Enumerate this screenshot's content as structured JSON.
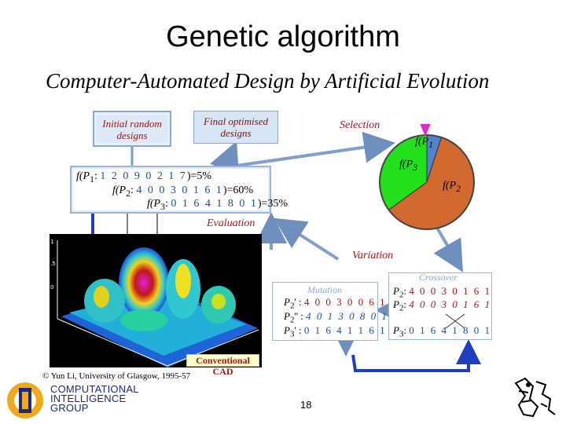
{
  "slide": {
    "title": "Genetic algorithm",
    "subtitle": "Computer-Automated Design by Artificial Evolution",
    "page_number": "18"
  },
  "boxes": {
    "initial_line1": "Initial random",
    "initial_line2": "designs",
    "final_line1": "Final optimised",
    "final_line2": "designs"
  },
  "labels": {
    "selection": "Selection",
    "evaluation": "Evaluation",
    "variation": "Variation",
    "mutation": "Mutation",
    "crossover": "Crossover",
    "conventional_cad": "Conventional CAD"
  },
  "population": {
    "p1_prefix": "f(P",
    "p1_sub": "1",
    "p1_mid": ": ",
    "p1_genes": "1 2 0 9 0 2 1 7",
    "p1_suffix": ")=5%",
    "p2_prefix": "f(P",
    "p2_sub": "2",
    "p2_mid": ": ",
    "p2_genes": "4 0 0 3 0 1 6 1",
    "p2_suffix": ")=60%",
    "p3_prefix": "f(P",
    "p3_sub": "3",
    "p3_mid": ": ",
    "p3_genes": "0 1 6 4 1 8 0 1",
    "p3_suffix": ")=35%"
  },
  "pie": {
    "slice1_label": "f(P",
    "slice1_sub": "1",
    "slice2_label": "f(P",
    "slice2_sub": "2",
    "slice3_label": "f(P",
    "slice3_sub": "3",
    "slice1_share": 0.05,
    "slice2_share": 0.6,
    "slice3_share": 0.35,
    "slice1_color": "#4f83cc",
    "slice2_color": "#d2692e",
    "slice3_color": "#22e01a",
    "pointer_color": "#e02ad0"
  },
  "mutation": {
    "r1_label": "P",
    "r1_sub": "2",
    "r1_mark": "' :",
    "r1_genes": "4 0 0 3 0  0 6 1",
    "r2_label": "P",
    "r2_sub": "2",
    "r2_mark": "'' :",
    "r2_genes": "4 0 1 3 0  8 0 1",
    "r3_label": "P",
    "r3_sub": "3",
    "r3_mark": "' :",
    "r3_genes": "0 1 6 4 1  1 6 1"
  },
  "crossover": {
    "r1_label": "P",
    "r1_sub": "2",
    "r1_mark": ":",
    "r1_genes": "4 0 0 3 0  1 6 1",
    "r2_label": "P",
    "r2_sub": "2",
    "r2_mark": ":",
    "r2_genes": "4 0 0 3 0  1 6 1",
    "r3_label": "P",
    "r3_sub": "3",
    "r3_mark": ":",
    "r3_genes": "0 1 6 4 1  8 0 1"
  },
  "footer": {
    "copyright": "© Yun Li, University of Glasgow, 1995-57",
    "logo_line1": "COMPUTATIONAL",
    "logo_line2": "INTELLIGENCE",
    "logo_line3": "GROUP",
    "logo_monogram": "CIG"
  }
}
